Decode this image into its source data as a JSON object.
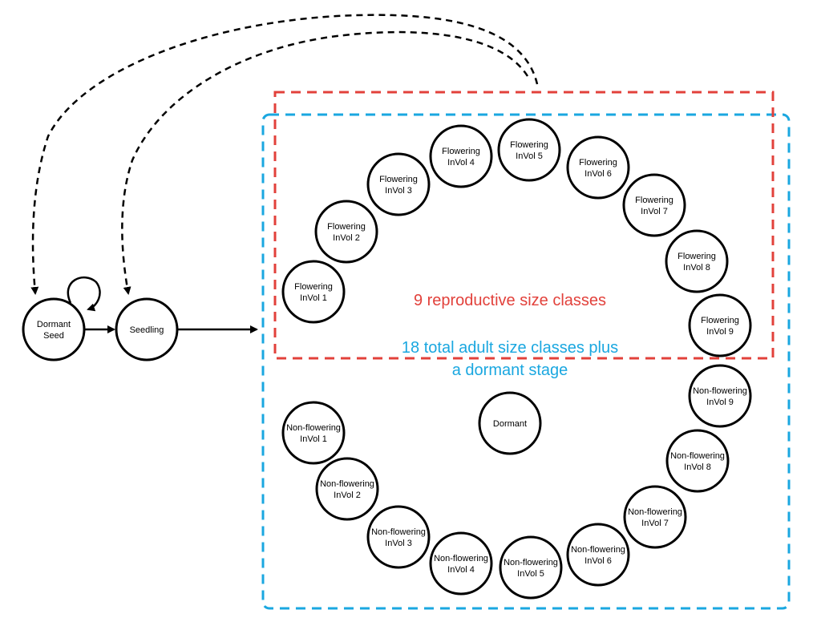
{
  "colors": {
    "reproductive_box": "#e2413b",
    "adult_box": "#1aa7e0",
    "stroke": "#000000"
  },
  "labels": {
    "reproductive_classes": "9 reproductive size classes",
    "adult_classes_line1": "18 total adult size classes plus",
    "adult_classes_line2": "a dormant stage"
  },
  "nodes": {
    "dormant_seed": [
      "Dormant",
      "Seed"
    ],
    "seedling": [
      "Seedling"
    ],
    "dormant": [
      "Dormant"
    ],
    "flowering": [
      [
        "Flowering",
        "InVol 1"
      ],
      [
        "Flowering",
        "InVol 2"
      ],
      [
        "Flowering",
        "InVol 3"
      ],
      [
        "Flowering",
        "InVol 4"
      ],
      [
        "Flowering",
        "InVol 5"
      ],
      [
        "Flowering",
        "InVol 6"
      ],
      [
        "Flowering",
        "InVol 7"
      ],
      [
        "Flowering",
        "InVol 8"
      ],
      [
        "Flowering",
        "InVol 9"
      ]
    ],
    "non_flowering": [
      [
        "Non-flowering",
        "InVol 1"
      ],
      [
        "Non-flowering",
        "InVol 2"
      ],
      [
        "Non-flowering",
        "InVol 3"
      ],
      [
        "Non-flowering",
        "InVol 4"
      ],
      [
        "Non-flowering",
        "InVol 5"
      ],
      [
        "Non-flowering",
        "InVol 6"
      ],
      [
        "Non-flowering",
        "InVol 7"
      ],
      [
        "Non-flowering",
        "InVol 8"
      ],
      [
        "Non-flowering",
        "InVol 9"
      ]
    ]
  }
}
